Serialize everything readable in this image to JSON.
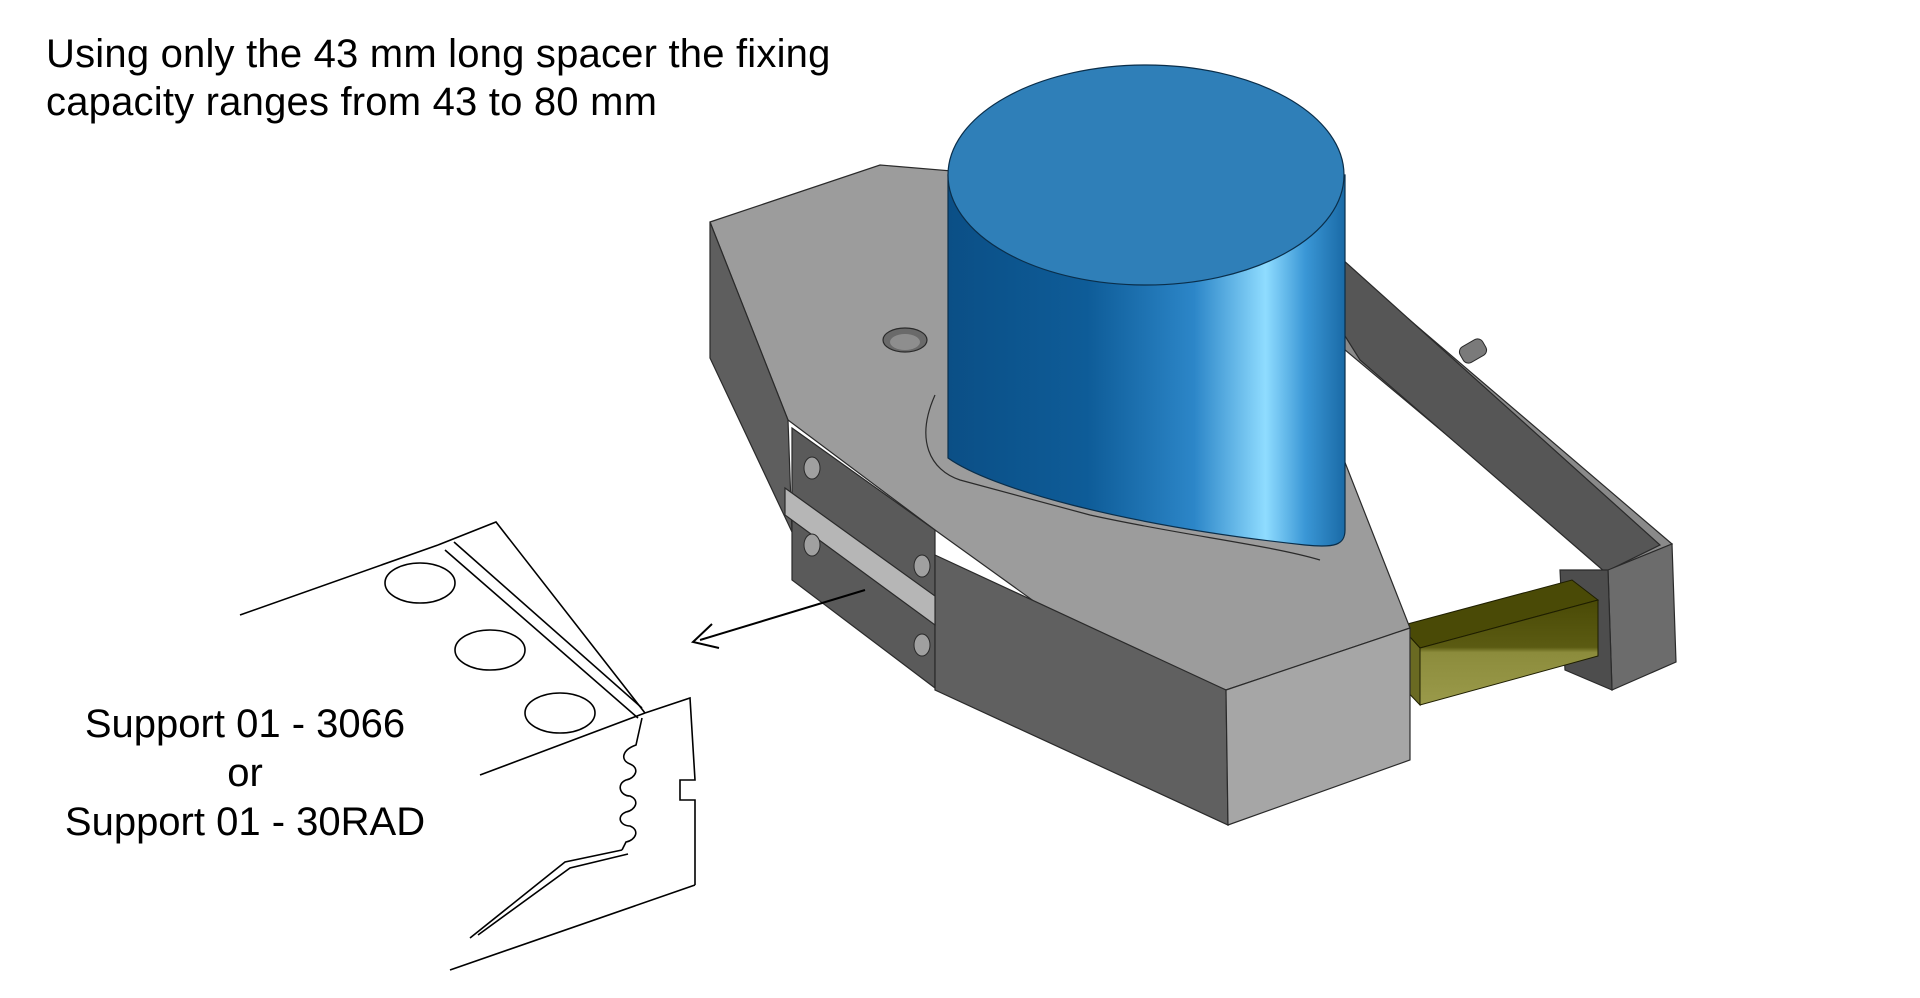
{
  "caption": {
    "line1": "Using only the 43 mm long spacer the fixing",
    "line2": "capacity ranges from 43 to 80 mm"
  },
  "support_label": {
    "line1": "Support 01 - 3066",
    "line2": "or",
    "line3": "Support 01 - 30RAD"
  },
  "colors": {
    "background": "#ffffff",
    "frame_light": "#9a9a9a",
    "frame_mid": "#7e7e7e",
    "frame_dark": "#5c5c5c",
    "frame_darker": "#4a4a4a",
    "cylinder_top": "#2f7fb8",
    "cylinder_side": "#1a6aa6",
    "cylinder_highlight": "#7fd0ff",
    "spacer_top": "#4f4f0a",
    "spacer_side": "#8a8a3a",
    "line": "#000000"
  }
}
